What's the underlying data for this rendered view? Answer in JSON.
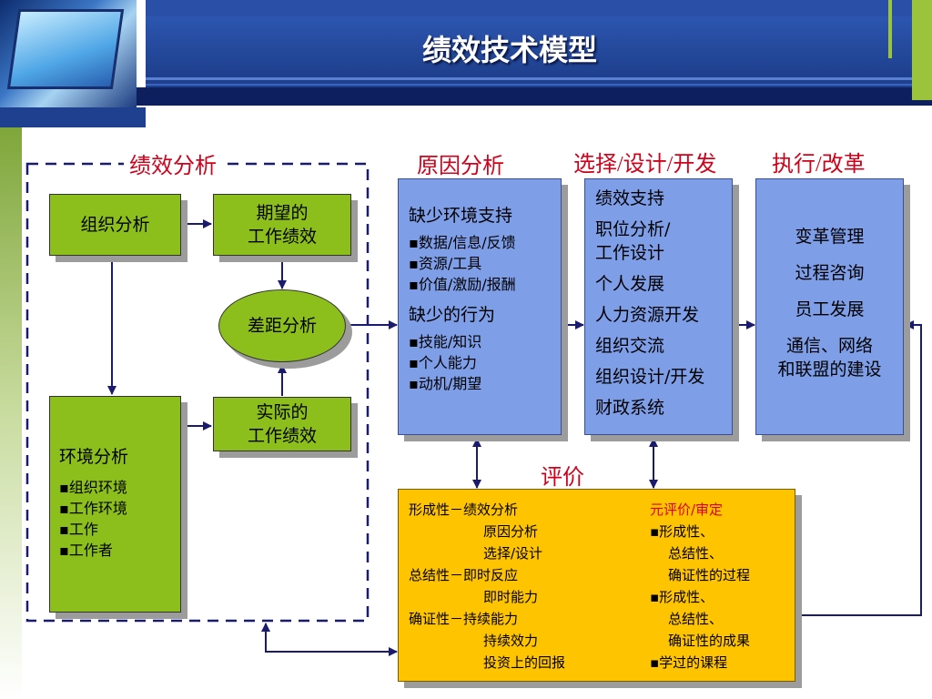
{
  "header": {
    "title": "绩效技术模型"
  },
  "sections": {
    "performance_analysis": "绩效分析",
    "cause_analysis": "原因分析",
    "select_design_develop": "选择/设计/开发",
    "implement_change": "执行/改革",
    "evaluation": "评价"
  },
  "boxes": {
    "org_analysis": "组织分析",
    "expected_perf": [
      "期望的",
      "工作绩效"
    ],
    "gap_analysis": "差距分析",
    "actual_perf": [
      "实际的",
      "工作绩效"
    ],
    "env_analysis": {
      "title": "环境分析",
      "items": [
        "▪组织环境",
        "▪工作环境",
        "▪工作",
        "▪工作者"
      ]
    },
    "cause": {
      "heading1": "缺少环境支持",
      "items1": [
        "▪数据/信息/反馈",
        "▪资源/工具",
        "▪价值/激励/报酬"
      ],
      "heading2": "缺少的行为",
      "items2": [
        "▪技能/知识",
        "▪个人能力",
        "▪动机/期望"
      ]
    },
    "design": {
      "items": [
        "绩效支持",
        "职位分析/",
        "工作设计",
        "个人发展",
        "人力资源开发",
        "组织交流",
        "组织设计/开发",
        "财政系统"
      ]
    },
    "change": {
      "items": [
        "变革管理",
        "过程咨询",
        "员工发展",
        "通信、网络",
        "和联盟的建设"
      ]
    },
    "evaluation": {
      "left": [
        "形成性－绩效分析",
        "原因分析",
        "选择/设计",
        "总结性－即时反应",
        "即时能力",
        "确证性－持续能力",
        "持续效力",
        "投资上的回报"
      ],
      "right_title": "元评价/审定",
      "right": [
        "▪形成性、",
        "总结性、",
        "确证性的过程",
        "▪形成性、",
        "总结性、",
        "确证性的成果",
        "▪学过的课程"
      ]
    }
  },
  "colors": {
    "green_box": "#8dbf1c",
    "blue_box": "#7f9ee8",
    "yellow_box": "#ffc400",
    "label_red": "#d0021b",
    "header_blue": "#1f3f8f",
    "arrow": "#1a1a6e"
  }
}
